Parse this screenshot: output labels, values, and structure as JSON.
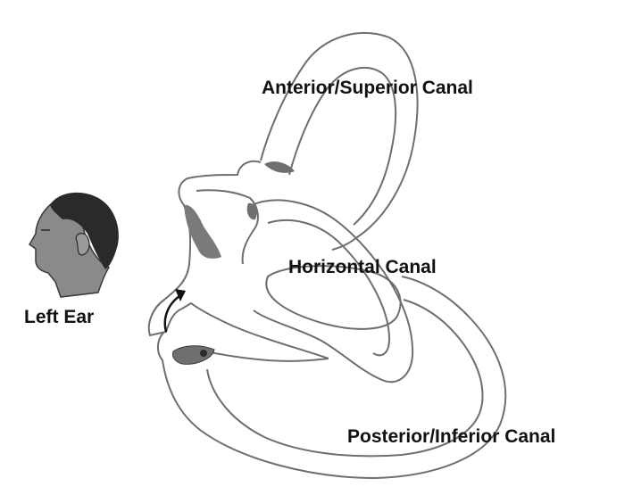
{
  "labels": {
    "anterior_canal": "Anterior/Superior Canal",
    "horizontal_canal": "Horizontal Canal",
    "posterior_canal": "Posterior/Inferior Canal",
    "ear_side": "Left Ear"
  },
  "colors": {
    "background": "#ffffff",
    "outline": "#6e6e6e",
    "shading": "#7a7a7a",
    "hair": "#2a2a2a",
    "face": "#8a8a8a",
    "text": "#111111"
  },
  "icons": {
    "head": "head-profile-icon",
    "arrow": "curved-arrow-icon"
  }
}
